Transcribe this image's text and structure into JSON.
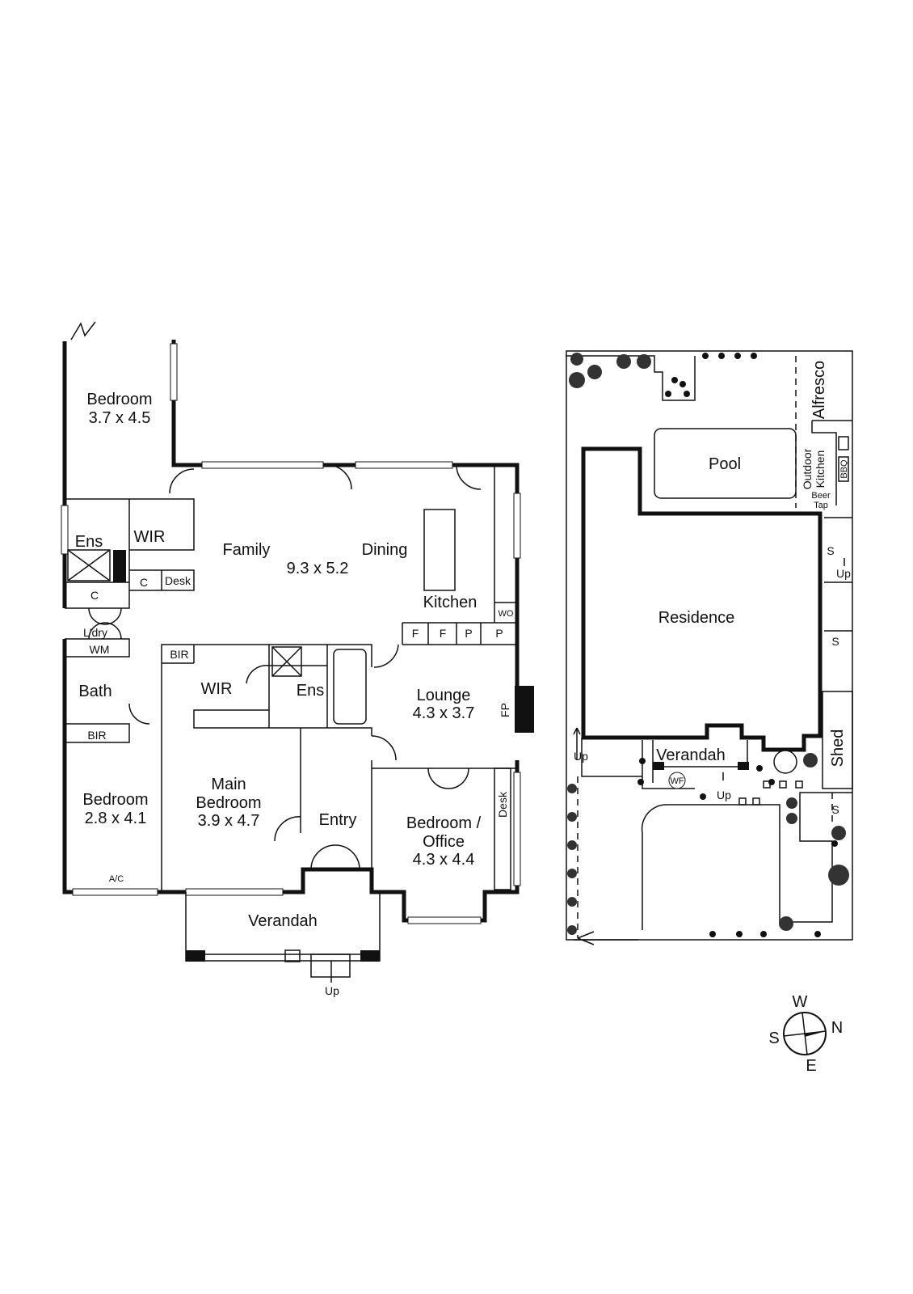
{
  "floor_plan": {
    "rooms": {
      "bedroom_rear": {
        "name": "Bedroom",
        "dims": "3.7 x 4.5"
      },
      "ens_rear": {
        "name": "Ens"
      },
      "wir_rear": {
        "name": "WIR"
      },
      "c1": {
        "name": "C"
      },
      "c2": {
        "name": "C"
      },
      "desk1": {
        "name": "Desk"
      },
      "family": {
        "name": "Family",
        "dims": "9.3 x 5.2"
      },
      "dining": {
        "name": "Dining"
      },
      "kitchen": {
        "name": "Kitchen"
      },
      "wo": {
        "name": "WO"
      },
      "pantry": [
        "F",
        "F",
        "P",
        "P"
      ],
      "laundry": {
        "name": "L'dry"
      },
      "wm": {
        "name": "WM"
      },
      "bath": {
        "name": "Bath"
      },
      "bir1": {
        "name": "BIR"
      },
      "bir2": {
        "name": "BIR"
      },
      "bedroom_left": {
        "name": "Bedroom",
        "dims": "2.8 x 4.1"
      },
      "ac": {
        "name": "A/C"
      },
      "wir_main": {
        "name": "WIR"
      },
      "ens_main": {
        "name": "Ens"
      },
      "main_bedroom": {
        "name1": "Main",
        "name2": "Bedroom",
        "dims": "3.9 x 4.7"
      },
      "entry": {
        "name": "Entry"
      },
      "lounge": {
        "name": "Lounge",
        "dims": "4.3 x 3.7"
      },
      "fp": {
        "name": "FP"
      },
      "office": {
        "name1": "Bedroom /",
        "name2": "Office",
        "dims": "4.3 x 4.4"
      },
      "desk2": {
        "name": "Desk"
      },
      "verandah": {
        "name": "Verandah"
      },
      "up": "Up"
    }
  },
  "site_plan": {
    "alfresco": "Alfresco",
    "pool": "Pool",
    "outdoor_kitchen1": "Outdoor",
    "outdoor_kitchen2": "Kitchen",
    "bbq": "BBQ",
    "beer1": "Beer",
    "beer2": "Tap",
    "residence": "Residence",
    "verandah": "Verandah",
    "shed": "Shed",
    "wf": "WF",
    "s": "S",
    "up": "Up"
  },
  "compass": {
    "n": "N",
    "s": "S",
    "e": "E",
    "w": "W"
  }
}
